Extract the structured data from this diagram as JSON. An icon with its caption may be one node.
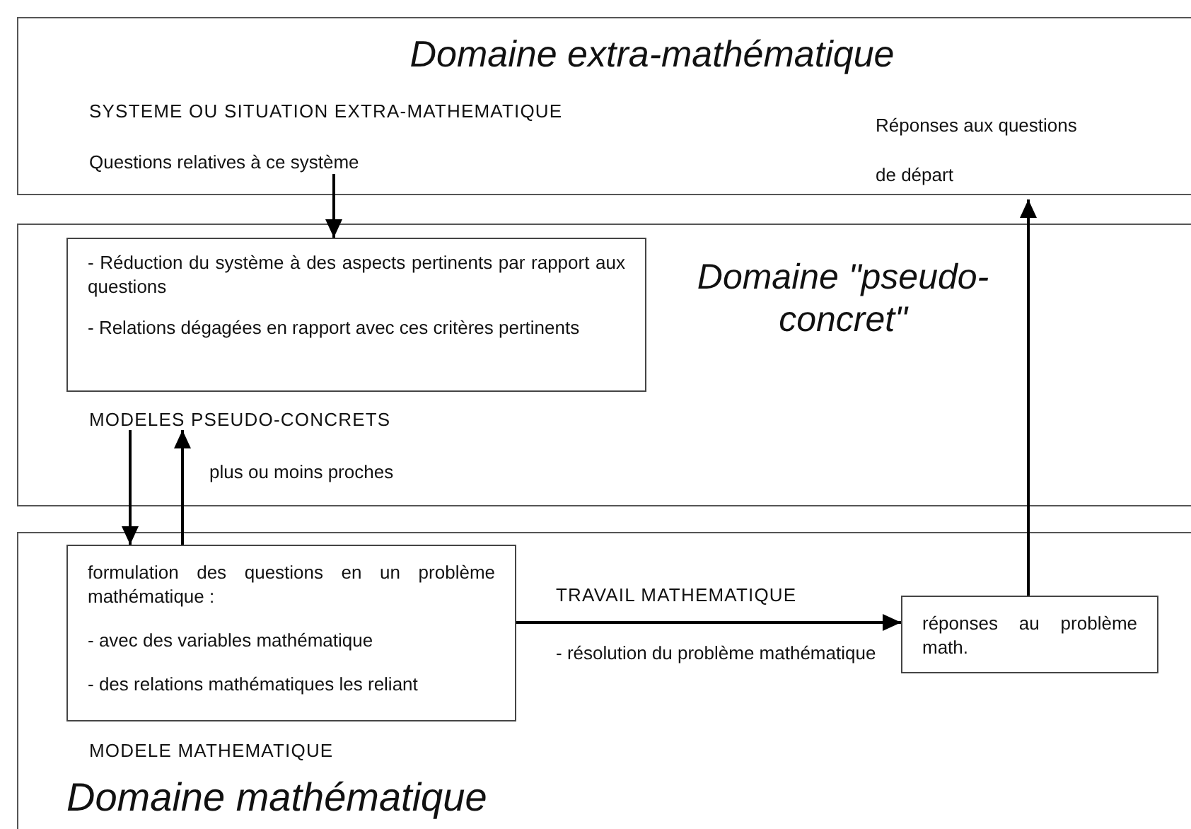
{
  "diagram": {
    "nodes": [
      {
        "text": [
          "Domaine extra-mathématique",
          "SYSTEME OU SITUATION EXTRA-MATHEMATIQUE"
        ]
      },
      {
        "text": [
          "Questions relatives à ce système"
        ],
        "in": 0
      },
      {
        "text": [
          "Réponses aux questions de départ"
        ],
        "in": 0
      },
      {
        "text": [
          "Domaine \"pseudo-concret\""
        ]
      },
      {
        "text": [
          "- Réduction du système à des aspects pertinents par rapport aux questions",
          "- Relations dégagées en rapport avec ces critères pertinents"
        ],
        "in": 3
      },
      {
        "text": [
          "MODELES PSEUDO-CONCRETS"
        ],
        "in": 3
      },
      {
        "text": [
          "MODELE MATHEMATIQUE",
          "Domaine mathématique"
        ]
      },
      {
        "text": [
          "formulation des questions en un problème mathématique :",
          "- avec des variables mathématique",
          "- des relations mathématiques les reliant"
        ],
        "in": 6
      },
      {
        "text": [
          "réponses au problème math."
        ],
        "in": 6
      }
    ],
    "edges": [
      {
        "from": 1,
        "to": 4,
        "arrow": "to"
      },
      {
        "from": 5,
        "to": 7,
        "arrow": "to"
      },
      {
        "from": 7,
        "to": 5,
        "arrow": "to"
      },
      {
        "from": 7,
        "to": 8,
        "arrow": "to",
        "label": "TRAVAIL MATHEMATIQUE"
      },
      {
        "from": 8,
        "to": 2,
        "arrow": "to"
      }
    ],
    "labels": [
      "plus ou moins proches",
      "- résolution du problème mathématique"
    ]
  }
}
